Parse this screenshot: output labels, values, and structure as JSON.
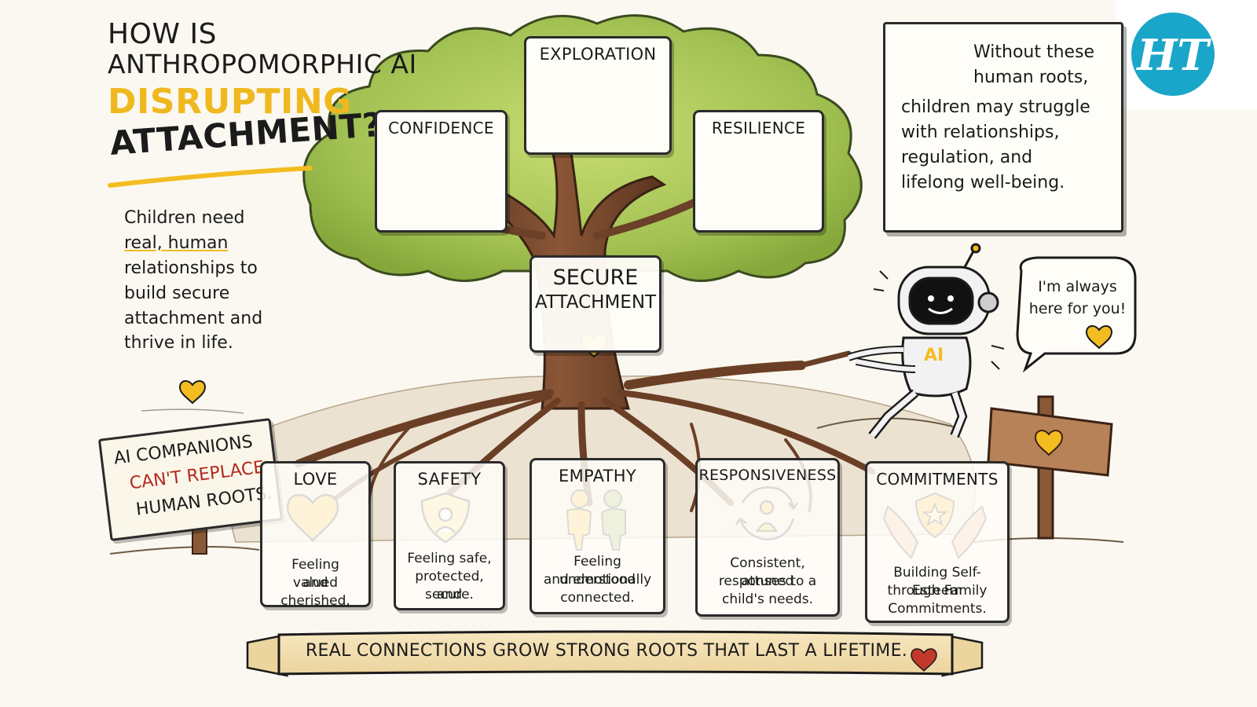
{
  "title": {
    "line1": "HOW IS",
    "line2": "ANTHROPOMORPHIC AI",
    "line3": "DISRUPTING",
    "line4": "ATTACHMENT?"
  },
  "left_note": {
    "line1": "Children need",
    "line2": "real, human",
    "line3": "relationships to",
    "line4": "build secure",
    "line5": "attachment and",
    "line6": "thrive in life."
  },
  "warning": {
    "line1": "Without these",
    "line2": "human roots,",
    "line3": "children may struggle",
    "line4": "with relationships,",
    "line5": "regulation, and",
    "line6": "lifelong well-being."
  },
  "logo_text": "HT",
  "tree_cards": {
    "confidence": "CONFIDENCE",
    "exploration": "EXPLORATION",
    "resilience": "RESILIENCE"
  },
  "center_card": {
    "line1": "SECURE",
    "line2": "ATTACHMENT"
  },
  "speech": {
    "line1": "I'm always",
    "line2": "here for you!"
  },
  "robot_label": "AI",
  "sign": {
    "line1": "AI COMPANIONS",
    "line2": "CAN'T REPLACE",
    "line3": "HUMAN ROOTS."
  },
  "root_cards": [
    {
      "title": "LOVE",
      "desc1": "Feeling valued",
      "desc2": "and cherished.",
      "desc3": ""
    },
    {
      "title": "SAFETY",
      "desc1": "Feeling safe,",
      "desc2": "protected, and",
      "desc3": "secure."
    },
    {
      "title": "EMPATHY",
      "desc1": "Feeling understood",
      "desc2": "and emotionally",
      "desc3": "connected."
    },
    {
      "title": "RESPONSIVENESS",
      "desc1": "Consistent, attuned",
      "desc2": "responses to a",
      "desc3": "child's needs."
    },
    {
      "title": "COMMITMENTS",
      "desc1": "Building Self-Esteem",
      "desc2": "through Family",
      "desc3": "Commitments."
    }
  ],
  "banner": "REAL CONNECTIONS GROW STRONG ROOTS THAT LAST A LIFETIME.",
  "colors": {
    "accent_yellow": "#f3bd22",
    "heart_red": "#c0392b",
    "trunk_brown": "#7a4a2e",
    "leaf_green": "#9dbf4a",
    "logo_teal": "#1aa6c9"
  },
  "icons": [
    "heart-icon",
    "shield-icon",
    "two-people-icon",
    "cycle-person-icon",
    "hands-star-icon",
    "warning-icon",
    "robot-icon",
    "wooden-sign-icon"
  ]
}
